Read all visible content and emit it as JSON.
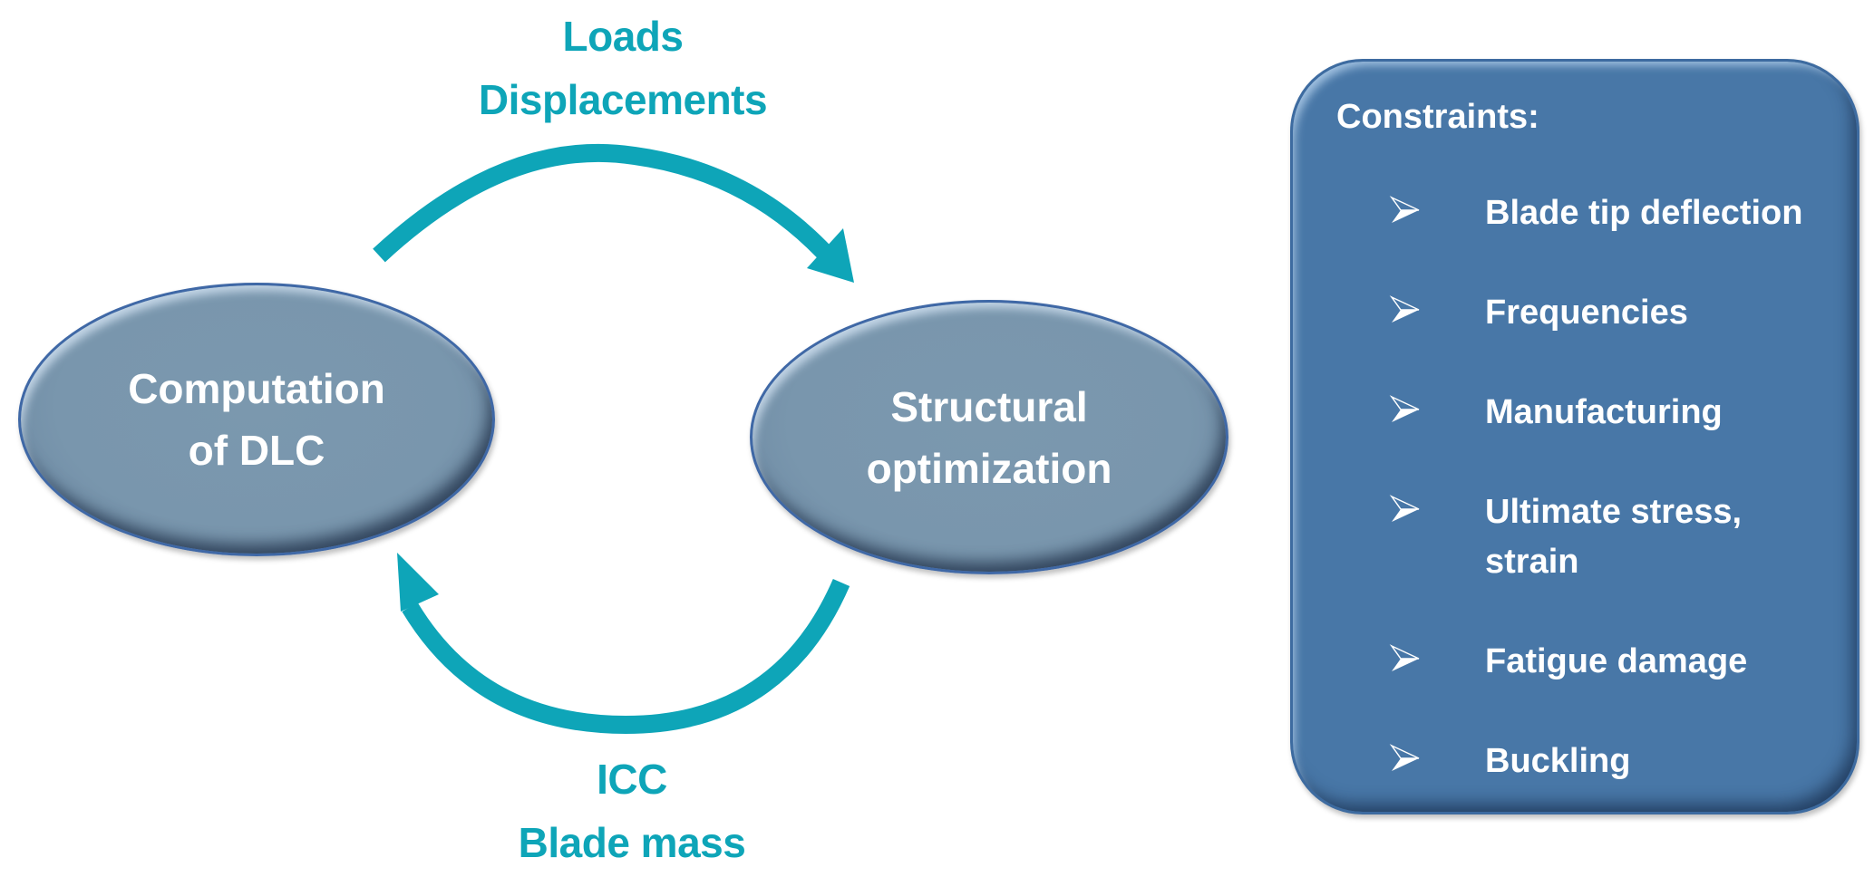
{
  "diagram": {
    "top_flow": {
      "lines": [
        "Loads",
        "Displacements"
      ],
      "direction": "left-to-right"
    },
    "bottom_flow": {
      "lines": [
        "ICC",
        "Blade mass"
      ],
      "direction": "right-to-left"
    },
    "nodes": {
      "left": {
        "lines": [
          "Computation",
          "of DLC"
        ]
      },
      "right": {
        "lines": [
          "Structural",
          "optimization"
        ]
      }
    },
    "constraints": {
      "title": "Constraints:",
      "items": [
        "Blade tip deflection",
        "Frequencies",
        "Manufacturing",
        "Ultimate stress, strain",
        "Fatigue damage",
        "Buckling"
      ]
    },
    "colors": {
      "arrow": "#0ea5b8",
      "flow_text": "#0ea5b8",
      "node_fill": "#7996ad",
      "box_fill": "#4877a7",
      "box_text": "#ffffff"
    }
  }
}
